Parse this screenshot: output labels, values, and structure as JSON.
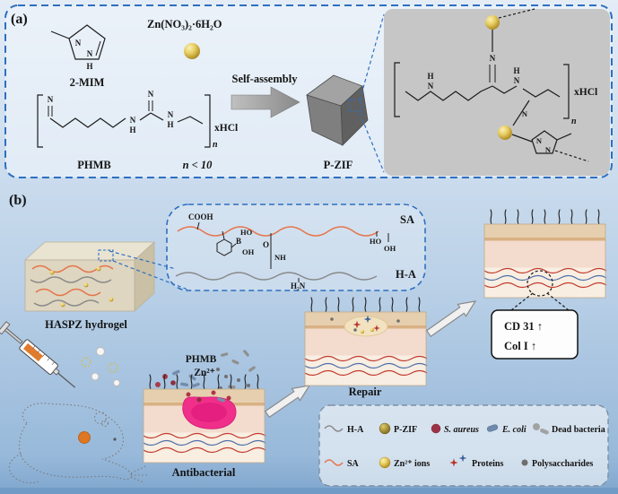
{
  "labels": {
    "a": "(a)",
    "b": "(b)"
  },
  "panel_a": {
    "mim": "2-MIM",
    "zn_salt": "Zn(NO₃)₂·6H₂O",
    "self_assembly": "Self-assembly",
    "phmb": "PHMB",
    "n_range": "n < 10",
    "pzif": "P-ZIF"
  },
  "chem": {
    "N": "N",
    "H": "H",
    "NH": "NH",
    "n": "n",
    "xHCl": "xHCl",
    "COOH": "COOH",
    "B": "B",
    "HO": "HO",
    "OH": "OH",
    "H2N": "H₂N",
    "O": "O"
  },
  "panel_b": {
    "sa": "SA",
    "ha": "H-A",
    "hydrogel": "HASPZ hydrogel",
    "phmb": "PHMB",
    "zn": "Zn²⁺",
    "antibacterial": "Antibacterial",
    "repair": "Repair",
    "cd31": "CD 31 ↑",
    "col1": "Col I ↑"
  },
  "legend": {
    "row1": [
      {
        "label": "H-A"
      },
      {
        "label": "P-ZIF"
      },
      {
        "label": "S. aureus"
      },
      {
        "label": "E. coli"
      },
      {
        "label": "Dead bacteria"
      }
    ],
    "row2": [
      {
        "label": "SA"
      },
      {
        "label": "Zn²⁺ ions"
      },
      {
        "label": "Proteins"
      },
      {
        "label": "Polysaccharides"
      }
    ]
  },
  "colors": {
    "panel_border": "#2e6fc0",
    "sa_orange": "#e5764e",
    "ha_gray": "#8a8a8a",
    "wound_pink": "#ef2f8a",
    "gold": "#e3c95c"
  }
}
